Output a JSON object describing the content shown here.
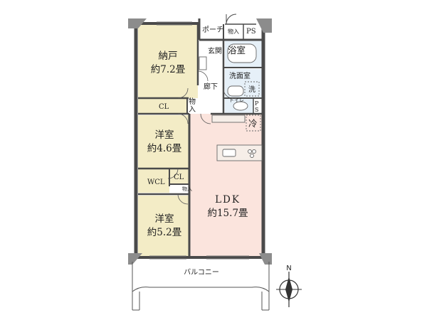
{
  "rooms": {
    "nando_name": "納戸",
    "nando_size": "約7.2畳",
    "yoshitsu1_name": "洋室",
    "yoshitsu1_size": "約4.6畳",
    "yoshitsu2_name": "洋室",
    "yoshitsu2_size": "約5.2畳",
    "ldk_name": "LDK",
    "ldk_size": "約15.7畳"
  },
  "labels": {
    "porch": "ポーチ",
    "storage": "物入",
    "ps": "PS",
    "genkan": "玄関",
    "bath": "浴室",
    "senmenshitsu": "洗面室",
    "wash": "洗",
    "hallway": "廊下",
    "cl": "CL",
    "storage_side_1": "物",
    "storage_side_2": "入",
    "toilet": "トイレ",
    "ps_p": "P",
    "ps_s": "S",
    "fridge": "冷",
    "wcl": "WCL",
    "storage_small": "物入",
    "balcony": "バルコニー",
    "north": "N"
  },
  "colors": {
    "nando": "#F3ECC6",
    "yoshitsu": "#F3ECC6",
    "ldk": "#FBE4DD",
    "wet": "#E6F0F8",
    "wall": "#4A4A4A",
    "column": "#8C8C8C"
  }
}
